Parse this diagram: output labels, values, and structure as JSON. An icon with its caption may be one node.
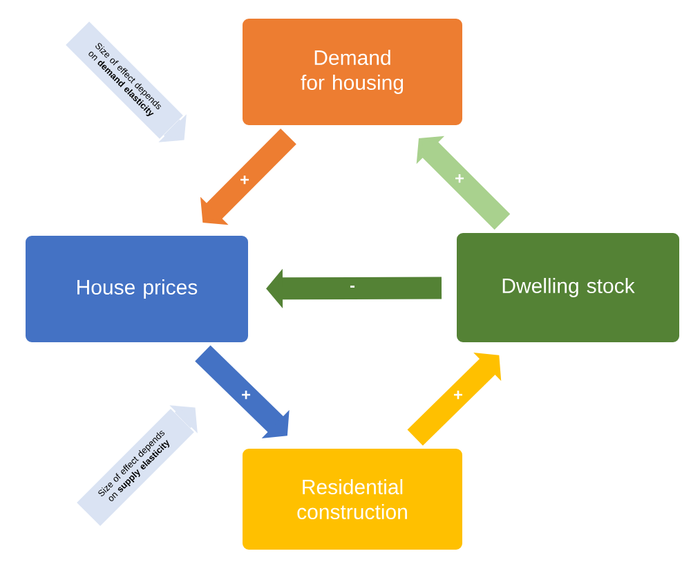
{
  "diagram": {
    "nodes": [
      {
        "text": [
          "Demand for housing"
        ]
      },
      {
        "text": [
          "House prices"
        ]
      },
      {
        "text": [
          "Dwelling stock"
        ]
      },
      {
        "text": [
          "Residential construction"
        ]
      },
      {
        "text": [
          "Size of effect depends on **demand elasticity**"
        ]
      },
      {
        "text": [
          "Size of effect depends on **supply elasticity**"
        ]
      }
    ],
    "edges": [
      {
        "from": 0,
        "to": 1,
        "arrow": "to",
        "label": "+",
        "color": "#ed7d31"
      },
      {
        "from": 1,
        "to": 3,
        "arrow": "to",
        "label": "+",
        "color": "#4472c4"
      },
      {
        "from": 3,
        "to": 2,
        "arrow": "to",
        "label": "+",
        "color": "#ffc000"
      },
      {
        "from": 2,
        "to": 0,
        "arrow": "to",
        "label": "+",
        "color": "#a9d18e"
      },
      {
        "from": 2,
        "to": 1,
        "arrow": "to",
        "label": "-",
        "color": "#548235"
      },
      {
        "from": 4,
        "to": null,
        "arrow": "to",
        "color": "#dae3f3"
      },
      {
        "from": 5,
        "to": null,
        "arrow": "to",
        "color": "#dae3f3"
      }
    ]
  }
}
